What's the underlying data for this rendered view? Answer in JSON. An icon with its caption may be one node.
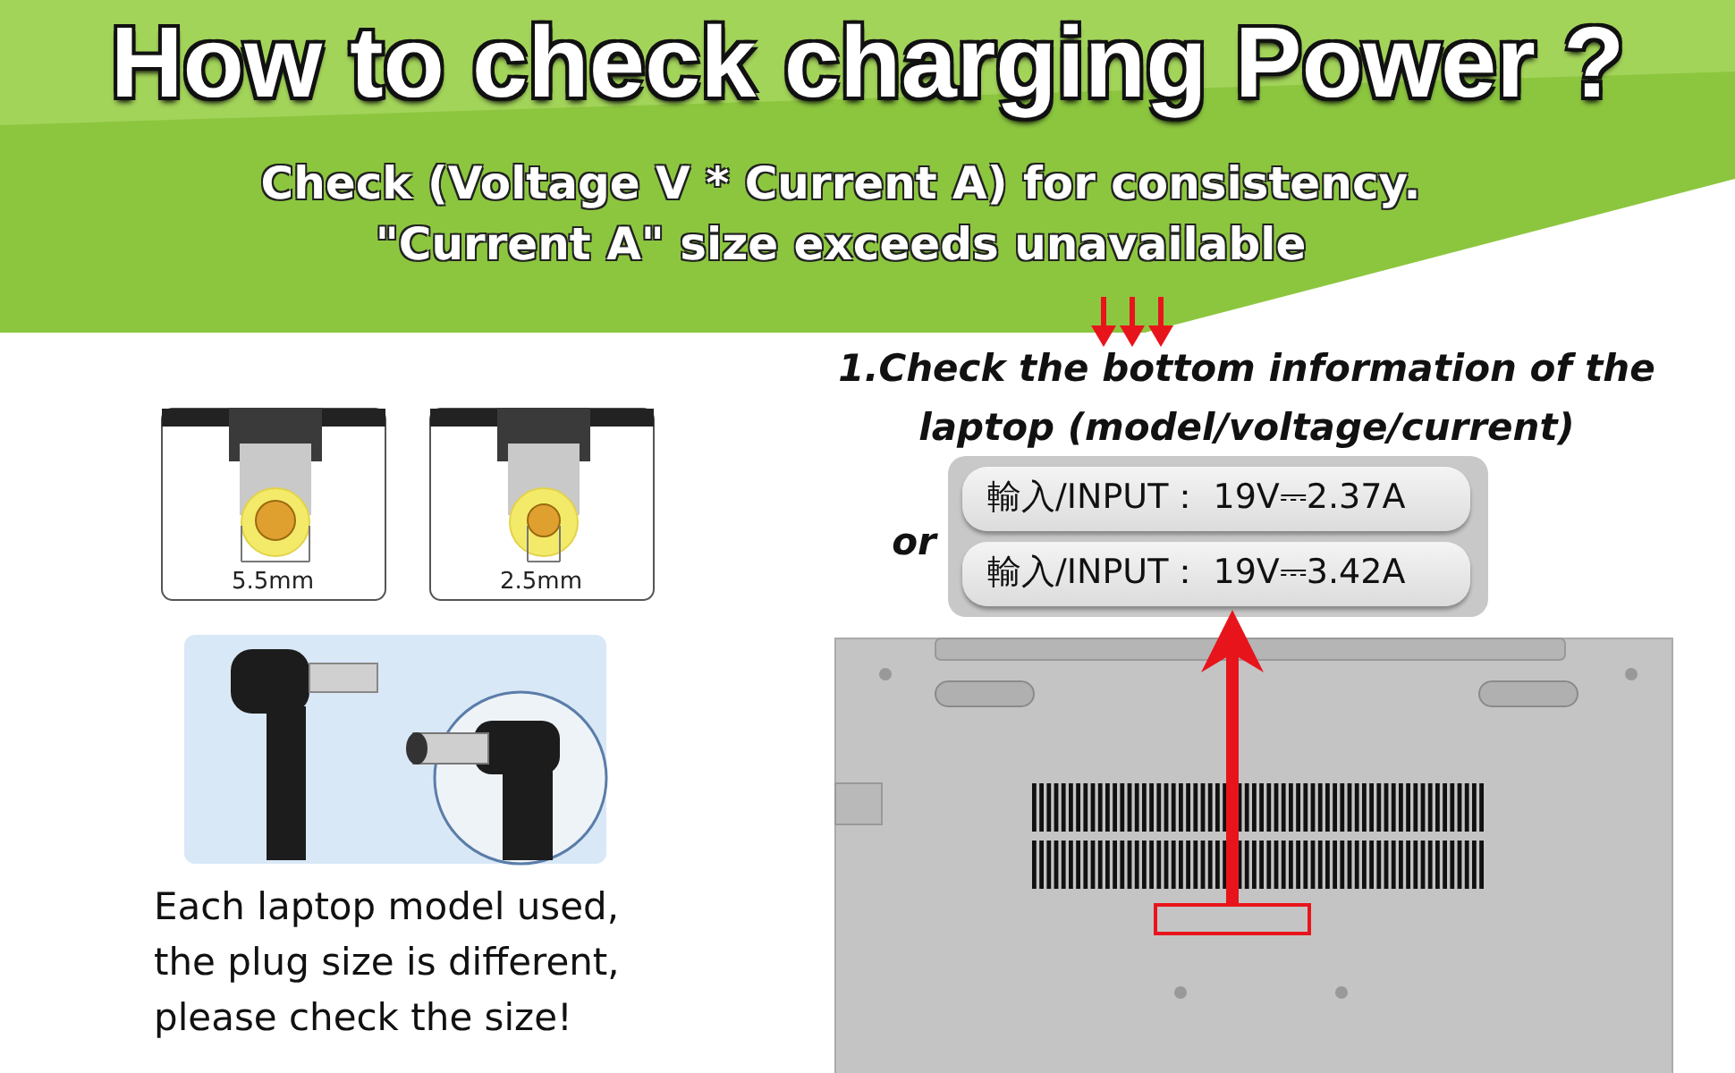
{
  "diagram": {
    "title": "How to check charging Power ?",
    "nodes": [
      {
        "text": [],
        "shape": "box"
      },
      {
        "text": [
          "輸入/INPUT： 19V⎓2.37A"
        ],
        "in": 0
      },
      {
        "text": [
          "輸入/INPUT： 19V⎓3.42A"
        ],
        "in": 0
      },
      {
        "text": [],
        "shape": "picture"
      },
      {
        "text": [],
        "shape": "box",
        "in": 3
      }
    ],
    "edges": [
      {
        "from": 4,
        "to": 0,
        "arrow": "to",
        "color": "#e8141b"
      }
    ],
    "labels": [
      "Check (Voltage V * Current A) for consistency. \"Current A\" size exceeds unavailable",
      "1.Check the bottom information of the laptop (*model/voltage/current*)",
      "or",
      "5.5mm",
      "2.5mm",
      "Each laptop model used, the plug size is different, please check the size!"
    ]
  }
}
